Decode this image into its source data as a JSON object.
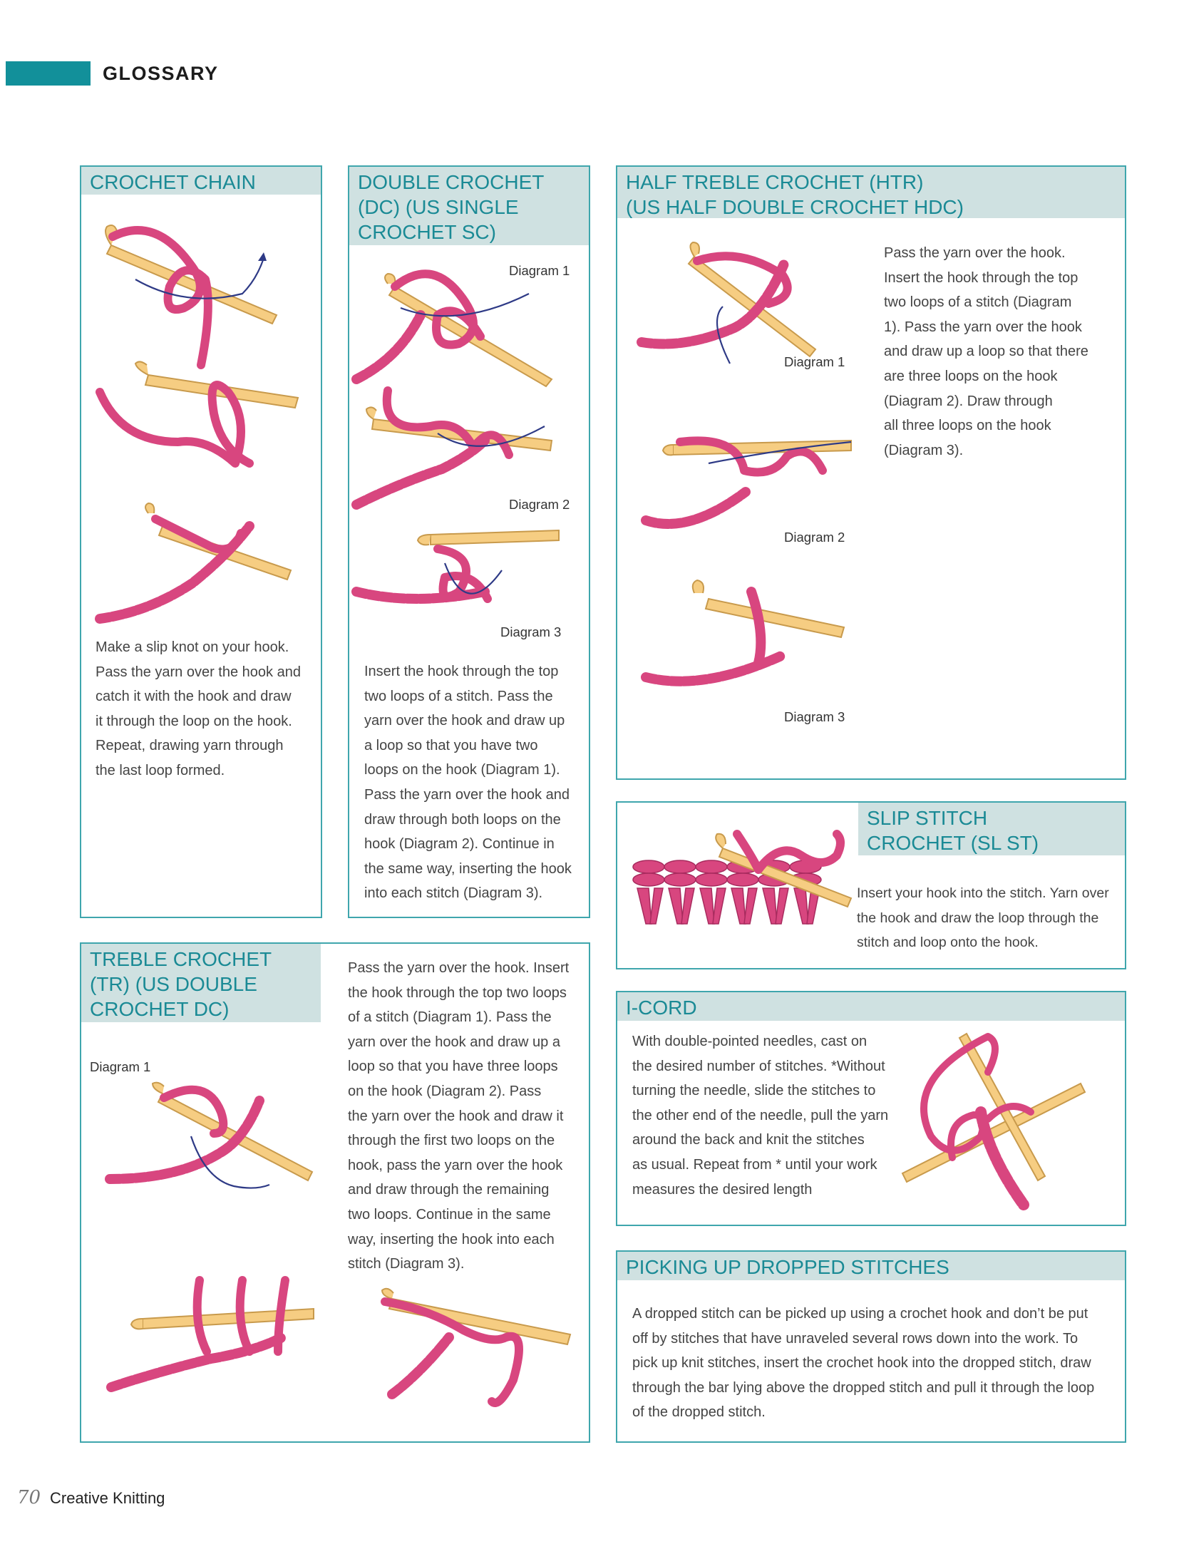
{
  "header": {
    "section": "GLOSSARY"
  },
  "crochet_chain": {
    "title": "CROCHET CHAIN",
    "text": [
      "Make a slip knot on your hook.",
      "Pass the yarn over the hook and",
      "catch it with the hook and draw",
      "it through the loop on the hook.",
      "Repeat, drawing yarn through",
      "the last loop formed."
    ]
  },
  "double_crochet": {
    "title": [
      "DOUBLE CROCHET",
      "(DC) (US SINGLE",
      "CROCHET SC)"
    ],
    "diagrams": [
      "Diagram 1",
      "Diagram 2",
      "Diagram 3"
    ],
    "text": [
      "Insert the hook through the top",
      "two loops of a stitch. Pass the",
      "yarn over the hook and draw up",
      "a loop so that you have two",
      "loops on the hook (Diagram 1).",
      "Pass the yarn over the hook and",
      "draw through both loops on the",
      "hook (Diagram 2). Continue in",
      "the same way, inserting the hook",
      "into each stitch (Diagram 3)."
    ]
  },
  "half_treble": {
    "title": [
      "HALF TREBLE CROCHET (HTR)",
      "(US HALF DOUBLE CROCHET HDC)"
    ],
    "diagrams": [
      "Diagram 1",
      "Diagram 2",
      "Diagram 3"
    ],
    "text": [
      "Pass the yarn over the hook.",
      "Insert the hook through the top",
      "two loops of a stitch (Diagram",
      "1). Pass the yarn over the hook",
      "and draw up a loop so that there",
      "are three loops on the hook",
      "(Diagram 2). Draw through",
      "all three loops on the hook",
      "(Diagram 3)."
    ]
  },
  "slip_stitch": {
    "title": [
      "SLIP STITCH",
      "CROCHET (SL ST)"
    ],
    "text": [
      "Insert your hook into the stitch. Yarn over",
      "the hook and draw the loop through the",
      "stitch and loop onto the hook."
    ]
  },
  "treble": {
    "title": [
      "TREBLE CROCHET",
      "(TR) (US DOUBLE",
      "CROCHET DC)"
    ],
    "diagram": "Diagram 1",
    "text": [
      "Pass the yarn over the hook.  Insert",
      "the hook through the top two loops",
      "of a stitch (Diagram 1).  Pass the",
      "yarn over the hook and draw up a",
      "loop so that you have three loops",
      "on the hook (Diagram 2).  Pass",
      "the yarn over the hook and draw it",
      "through the first two loops on the",
      "hook, pass the yarn over the hook",
      "and draw through the remaining",
      "two loops.  Continue in the same",
      "way, inserting the hook into each",
      "stitch (Diagram 3)."
    ]
  },
  "icord": {
    "title": "I-CORD",
    "text": [
      "With double-pointed needles, cast on",
      "the desired number of stitches. *Without",
      "turning the needle, slide the stitches to",
      "the other end of the needle, pull the yarn",
      "around the back and knit the stitches",
      "as usual. Repeat from * until your work",
      "measures the desired length"
    ]
  },
  "dropped": {
    "title": "PICKING UP DROPPED STITCHES",
    "text": [
      "A dropped stitch can be picked up using a crochet hook and don’t be put",
      "off by stitches that have unraveled several rows down into the work. To",
      "pick up knit stitches, insert the crochet hook into the dropped stitch, draw",
      "through the bar lying above the dropped stitch and pull it through the loop",
      "of the dropped stitch."
    ]
  },
  "footer": {
    "page": "70",
    "title": "Creative Knitting"
  },
  "colors": {
    "teal": "#12909a",
    "border": "#3fa6ad",
    "heading_bg": "#cfe1e1",
    "yarn": "#d8467f",
    "hook": "#f6cd82"
  }
}
